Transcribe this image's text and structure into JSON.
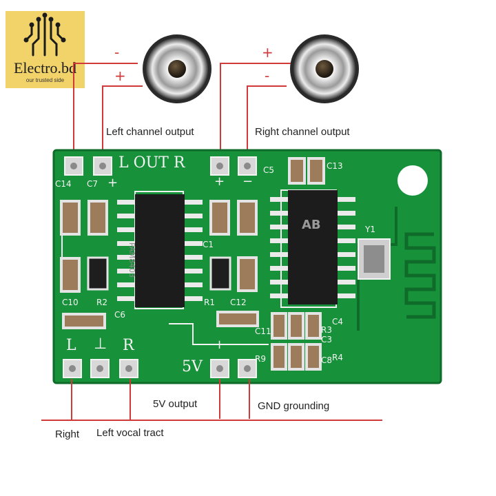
{
  "logo": {
    "name": "Electro.bd",
    "tagline": "our trusted side"
  },
  "annotations": {
    "left_output": "Left channel output",
    "right_output": "Right channel output",
    "right_input": "Right",
    "left_input": "Left vocal tract",
    "power": "5V output",
    "ground": "GND grounding"
  },
  "speaker_signs": {
    "left_minus": "-",
    "left_plus": "+",
    "right_plus": "+",
    "right_minus": "-"
  },
  "silkscreen": {
    "l_out_r": "L OUT R",
    "plus": "+",
    "minus": "−",
    "in_l": "L",
    "in_gnd": "⊥",
    "in_r": "R",
    "v5": "5V",
    "designators": [
      "C14",
      "C7",
      "C5",
      "C13",
      "C1",
      "C10",
      "R2",
      "C6",
      "R1",
      "C12",
      "C11",
      "R3",
      "C4",
      "C3",
      "R4",
      "C8",
      "R9",
      "Y1"
    ]
  },
  "ic_marks": {
    "amp": "PAM8403",
    "bt": "AB"
  },
  "colors": {
    "wire": "#d13838",
    "board": "#17913a",
    "board_dark": "#0f6b2a",
    "silk": "#f4f4f4",
    "pad": "#d8d8d8",
    "logo_bg": "#f2d36a"
  }
}
